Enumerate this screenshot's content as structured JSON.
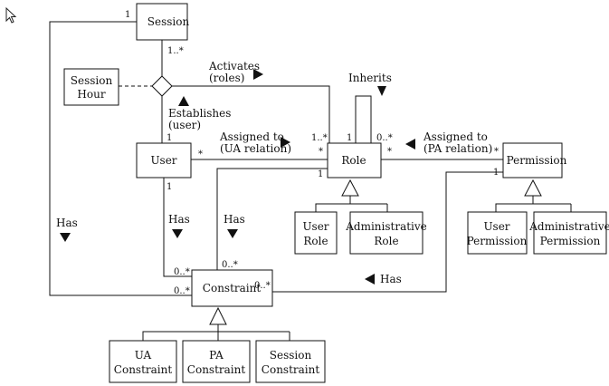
{
  "classes": {
    "session": "Session",
    "session_hour": [
      "Session",
      "Hour"
    ],
    "user": "User",
    "role": "Role",
    "permission": "Permission",
    "constraint": "Constraint",
    "user_role": [
      "User",
      "Role"
    ],
    "admin_role": [
      "Administrative",
      "Role"
    ],
    "user_permission": [
      "User",
      "Permission"
    ],
    "admin_permission": [
      "Administrative",
      "Permission"
    ],
    "ua_constraint": [
      "UA",
      "Constraint"
    ],
    "pa_constraint": [
      "PA",
      "Constraint"
    ],
    "session_constraint": [
      "Session",
      "Constraint"
    ]
  },
  "associations": {
    "activates": [
      "Activates",
      "(roles)"
    ],
    "establishes": [
      "Establishes",
      "(user)"
    ],
    "inherits": "Inherits",
    "assigned_ua": [
      "Assigned to",
      "(UA relation)"
    ],
    "assigned_pa": [
      "Assigned to",
      "(PA relation)"
    ],
    "has_left": "Has",
    "has_user": "Has",
    "has_role": "Has",
    "has_perm": "Has"
  },
  "multiplicities": {
    "session_top": "1",
    "session_bottom": "1..*",
    "user_top": "1",
    "user_right": "*",
    "user_bottom": "1",
    "role_left_top": "1..*",
    "role_top_left": "1",
    "role_left": "*",
    "role_top_right": "0..*",
    "role_right": "*",
    "role_bottom_left": "1",
    "perm_left": "*",
    "perm_bottom": "1",
    "constraint_left_top": "0..*",
    "constraint_top": "0..*",
    "constraint_left": "0..*",
    "constraint_right": "0..*"
  }
}
